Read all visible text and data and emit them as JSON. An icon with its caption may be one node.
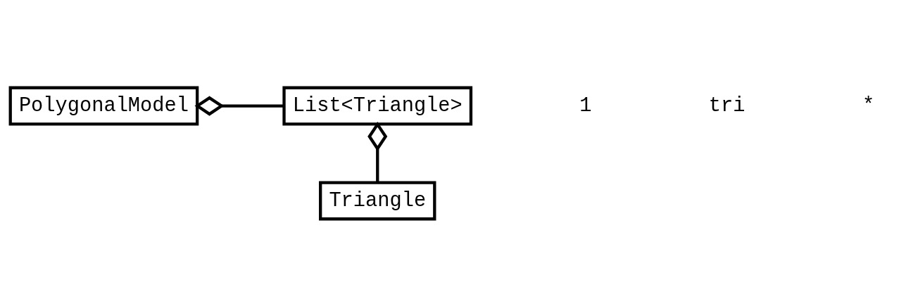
{
  "diagram": {
    "nodes": [
      {
        "text": [
          "PolygonalModel"
        ]
      },
      {
        "text": [
          "List<Triangle>"
        ]
      },
      {
        "text": [
          "Triangle"
        ]
      }
    ],
    "edges": [
      {
        "from": 0,
        "to": 1,
        "arrow": "other"
      },
      {
        "from": 1,
        "to": 2,
        "arrow": "other"
      }
    ],
    "labels": [
      "1",
      "tri",
      "*"
    ]
  }
}
